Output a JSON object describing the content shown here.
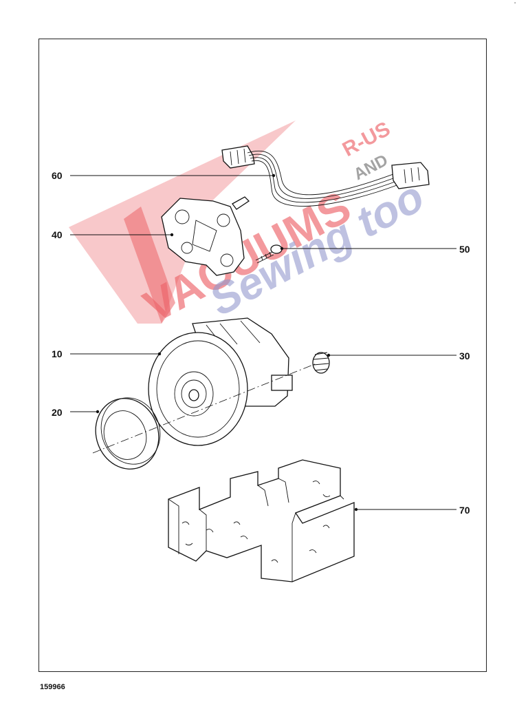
{
  "corner_mark": "'",
  "drawing_id": "159966",
  "watermark": {
    "line1": "VACUUMS",
    "line2": "R-US",
    "line3": "AND",
    "line4": "Sewing too",
    "color_red": "#e8474d",
    "color_blue": "#7f86c4"
  },
  "callouts": [
    {
      "id": "60",
      "label": "60",
      "part": "wiring-harness"
    },
    {
      "id": "40",
      "label": "40",
      "part": "brush-holder-bracket"
    },
    {
      "id": "50",
      "label": "50",
      "part": "screw"
    },
    {
      "id": "10",
      "label": "10",
      "part": "motor"
    },
    {
      "id": "30",
      "label": "30",
      "part": "gear"
    },
    {
      "id": "20",
      "label": "20",
      "part": "seal-ring"
    },
    {
      "id": "70",
      "label": "70",
      "part": "foam-insert"
    }
  ]
}
